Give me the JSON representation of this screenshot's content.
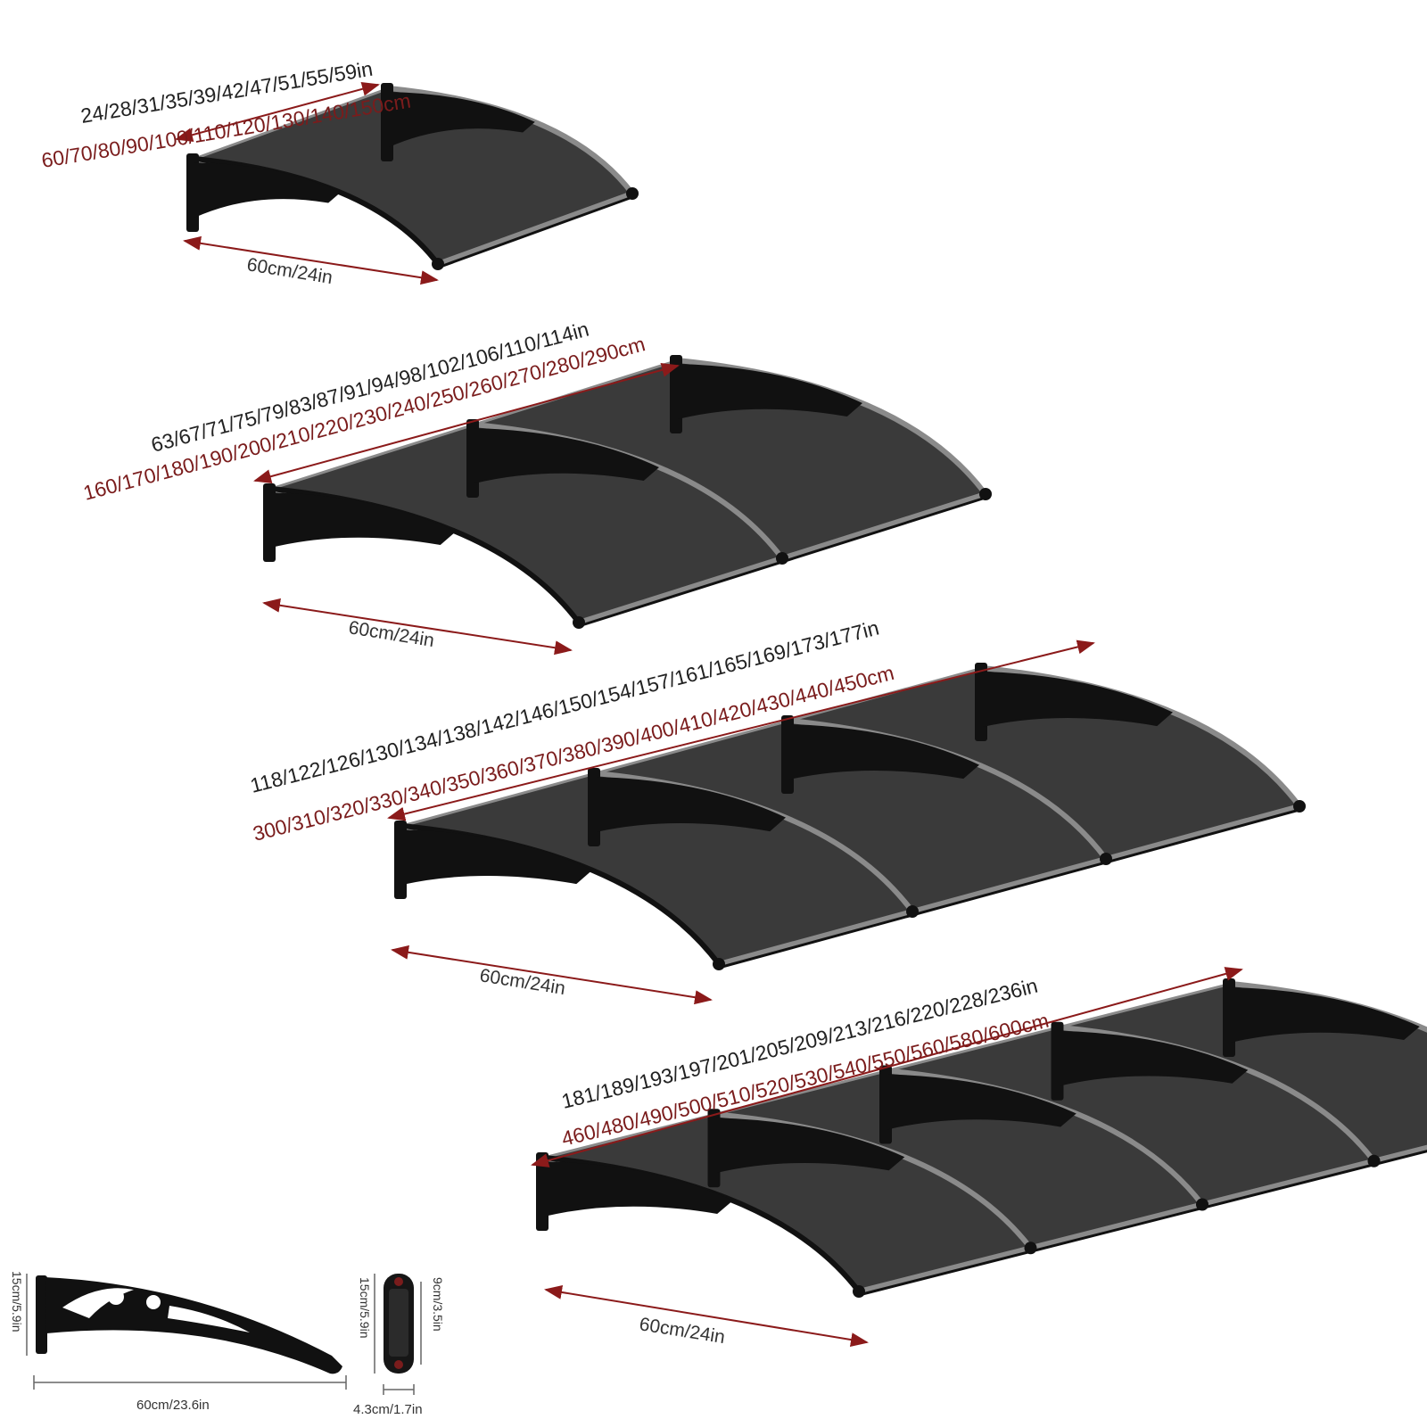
{
  "colors": {
    "panel": "#3a3a3a",
    "bracket": "#111111",
    "trim": "#8a8a8a",
    "dark_text": "#222222",
    "red_text": "#7a1c1c",
    "arrow": "#8b1a1a"
  },
  "awnings": [
    {
      "inches": "24/28/31/35/39/42/47/51/55/59in",
      "cm": "60/70/80/90/100/110/120/130/140/150cm",
      "depth": "60cm/24in",
      "brackets": 2
    },
    {
      "inches": "63/67/71/75/79/83/87/91/94/98/102/106/110/114in",
      "cm": "160/170/180/190/200/210/220/230/240/250/260/270/280/290cm",
      "depth": "60cm/24in",
      "brackets": 3
    },
    {
      "inches": "118/122/126/130/134/138/142/146/150/154/157/161/165/169/173/177in",
      "cm": "300/310/320/330/340/350/360/370/380/390/400/410/420/430/440/450cm",
      "depth": "60cm/24in",
      "brackets": 4
    },
    {
      "inches": "181/189/193/197/201/205/209/213/216/220/228/236in",
      "cm": "460/480/490/500/510/520/530/540/550/560/580/600cm",
      "depth": "60cm/24in",
      "brackets": 5
    }
  ],
  "bracket_detail": {
    "height": "15cm/5.9in",
    "length": "60cm/23.6in"
  },
  "mount_detail": {
    "height": "15cm/5.9in",
    "hole_spacing": "9cm/3.5in",
    "width": "4.3cm/1.7in"
  }
}
